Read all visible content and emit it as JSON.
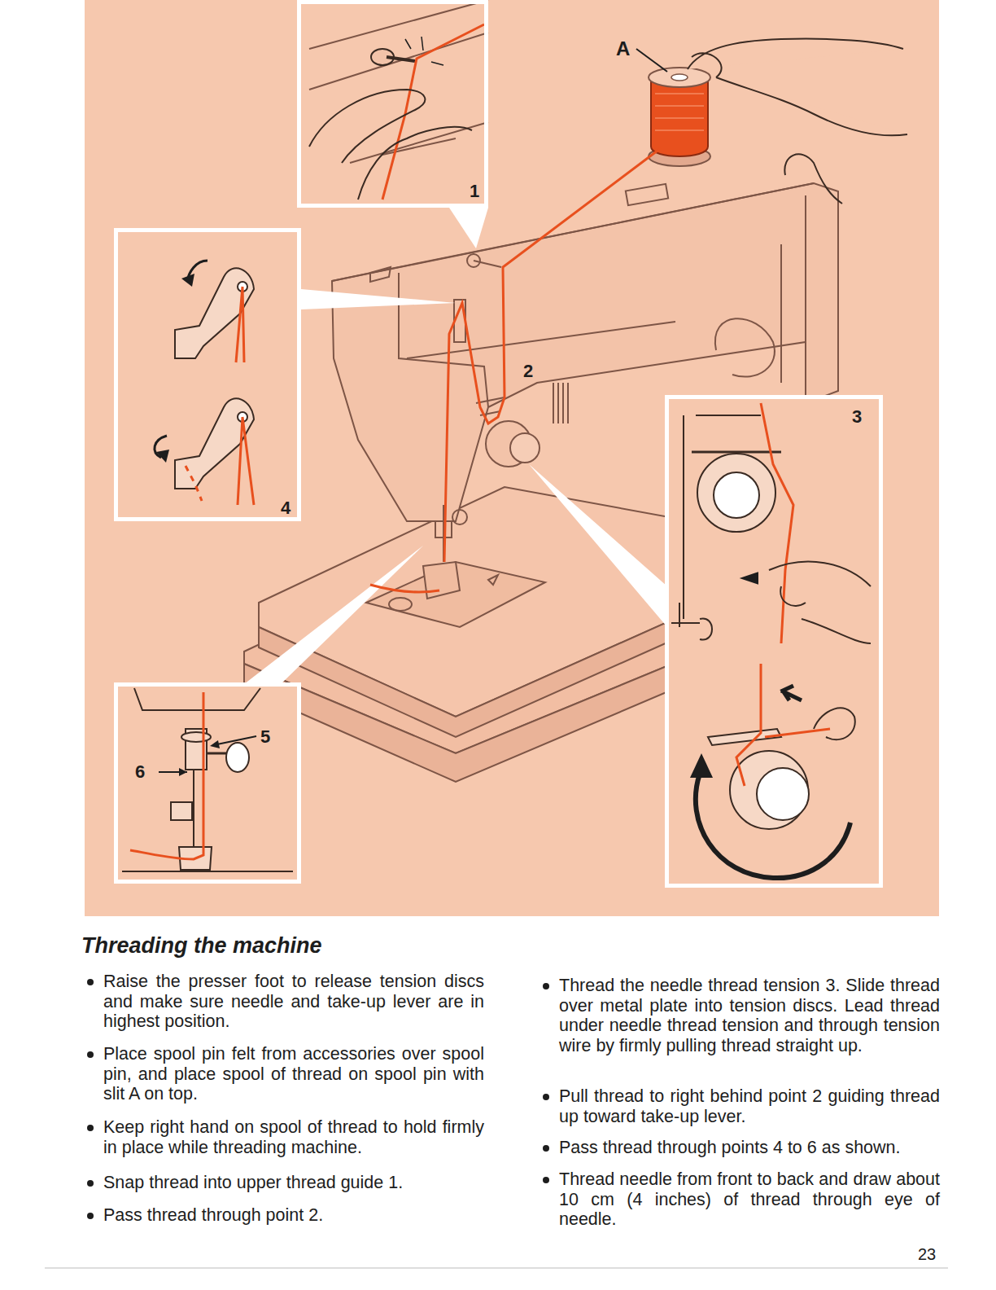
{
  "diagram": {
    "title": "Threading the machine",
    "nodes": [
      {
        "text": [
          "1"
        ]
      },
      {
        "text": [
          "4"
        ]
      },
      {
        "text": [
          "3"
        ]
      },
      {
        "text": [
          "5",
          "6"
        ]
      }
    ],
    "labels": [
      "A",
      "2",
      "Raise the presser foot to release tension discs and make sure needle and take-up lever are in highest position.",
      "Place spool pin felt from accessories over spool pin, and place spool of thread on spool pin with slit A on top.",
      "Keep right hand on spool of thread to hold firmly in place while threading machine.",
      "Snap thread into upper thread guide 1.",
      "Pass thread through point 2.",
      "Thread the needle thread tension 3. Slide thread over metal plate into tension discs. Lead thread under needle thread tension and through tension wire by firmly pulling thread straight up.",
      "Pull thread to right behind point 2 guiding thread up toward take-up lever.",
      "Pass thread through points 4 to 6 as shown.",
      "Thread needle from front to back and draw about 10 cm (4 inches) of thread through eye of needle.",
      "23"
    ]
  }
}
